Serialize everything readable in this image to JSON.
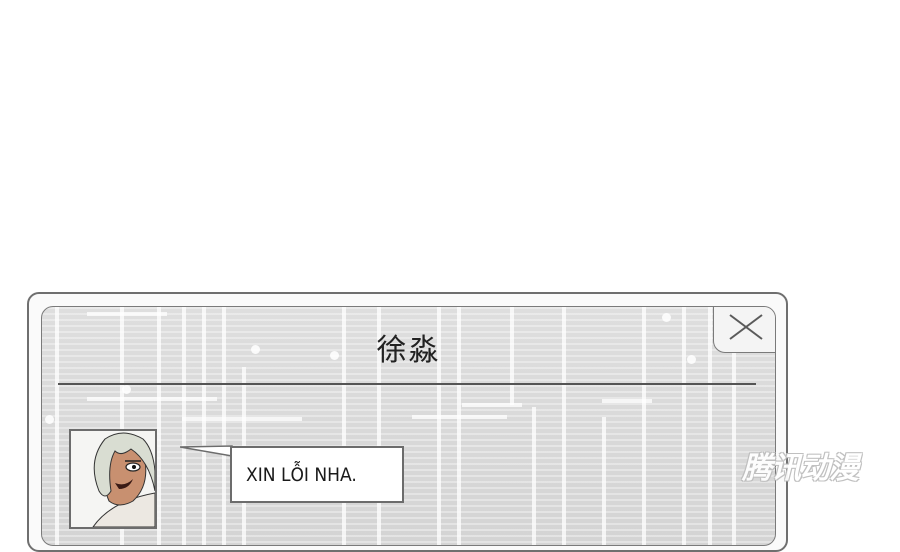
{
  "dialog": {
    "title": "徐淼",
    "close_icon": "close-x-icon",
    "colors": {
      "frame_border": "#6f6f6f",
      "panel_bg": "#d8d8d8",
      "circuit_lines": "#ffffff",
      "title_text": "#222222"
    }
  },
  "message": {
    "avatar_icon": "character-portrait",
    "text": "XIN LỖI NHA."
  },
  "watermark": {
    "text": "腾讯动漫"
  }
}
